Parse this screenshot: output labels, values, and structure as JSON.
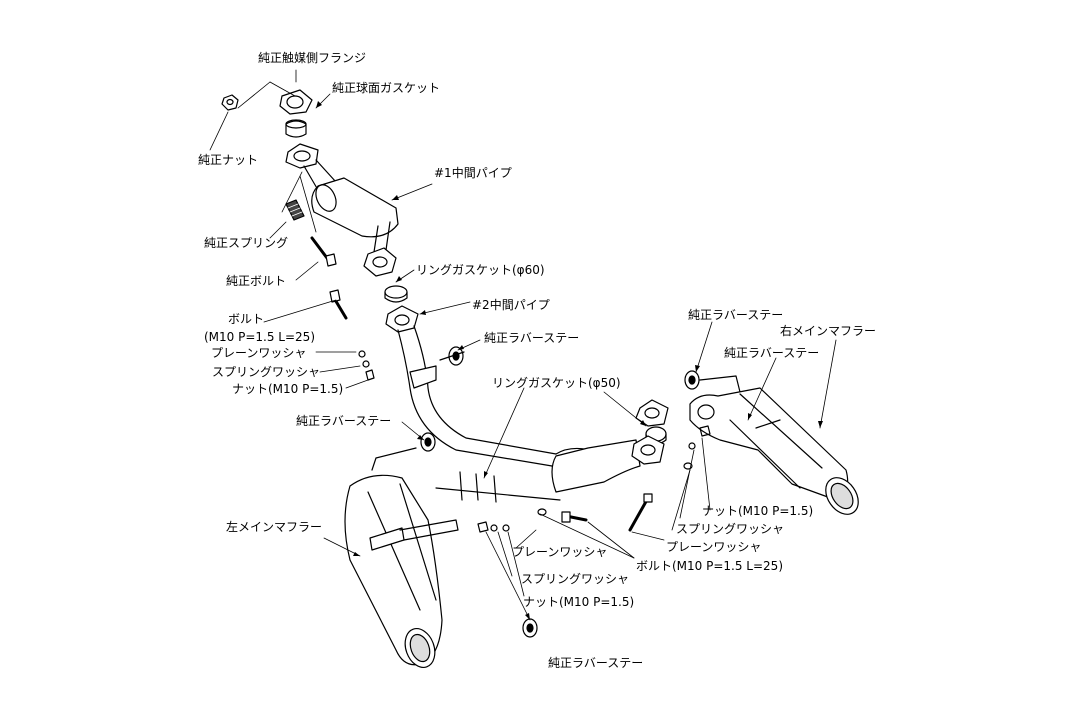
{
  "labels": {
    "oem_cat_flange": "純正触媒側フランジ",
    "oem_spherical_gasket": "純正球面ガスケット",
    "oem_nut": "純正ナット",
    "mid_pipe_1": "#1中間パイプ",
    "oem_spring": "純正スプリング",
    "oem_bolt": "純正ボルト",
    "ring_gasket_60": "リングガスケット(φ60)",
    "mid_pipe_2": "#2中間パイプ",
    "bolt_left_line1": "ボルト",
    "bolt_left_line2": "(M10 P=1.5 L=25)",
    "plain_washer_upper": "プレーンワッシャ",
    "spring_washer_upper": "スプリングワッシャ",
    "nut_upper": "ナット(M10 P=1.5)",
    "oem_rubber_stay_mid": "純正ラバーステー",
    "ring_gasket_50": "リングガスケット(φ50)",
    "oem_rubber_stay_top_right": "純正ラバーステー",
    "right_main_muffler": "右メインマフラー",
    "oem_rubber_stay_right": "純正ラバーステー",
    "oem_rubber_stay_left": "純正ラバーステー",
    "left_main_muffler": "左メインマフラー",
    "nut_right": "ナット(M10 P=1.5)",
    "spring_washer_right": "スプリングワッシャ",
    "plain_washer_right": "プレーンワッシャ",
    "plain_washer_lower": "プレーンワッシャ",
    "bolt_lower": "ボルト(M10 P=1.5 L=25)",
    "spring_washer_lower": "スプリングワッシャ",
    "nut_lower": "ナット(M10 P=1.5)",
    "oem_rubber_stay_bottom": "純正ラバーステー"
  }
}
